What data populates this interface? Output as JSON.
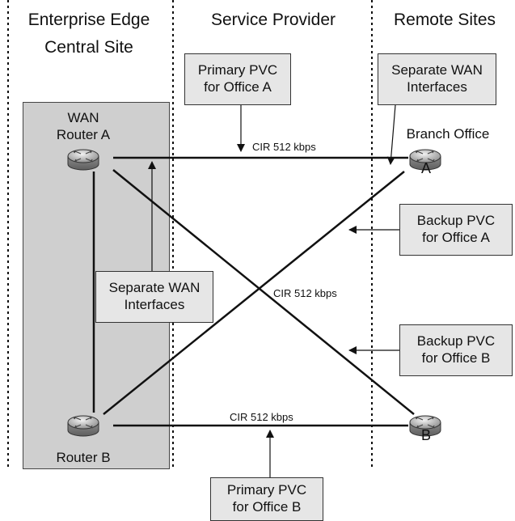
{
  "zones": {
    "enterprise": {
      "title_line1": "Enterprise Edge",
      "title_line2": "Central Site"
    },
    "provider": {
      "title": "Service Provider"
    },
    "remote": {
      "title": "Remote Sites"
    }
  },
  "central_site": {
    "router_a": {
      "label_line1": "WAN",
      "label_line2": "Router A",
      "icon": "router-icon"
    },
    "router_b": {
      "label": "Router B",
      "icon": "router-icon"
    },
    "separate_wan": {
      "line1": "Separate WAN",
      "line2": "Interfaces"
    }
  },
  "remote_sites": {
    "branch_office_label": "Branch Office",
    "office_a": {
      "letter": "A",
      "icon": "router-icon"
    },
    "office_b": {
      "letter": "B",
      "icon": "router-icon"
    },
    "separate_wan": {
      "line1": "Separate WAN",
      "line2": "Interfaces"
    }
  },
  "callouts": {
    "primary_a": {
      "line1": "Primary PVC",
      "line2": "for Office A"
    },
    "primary_b": {
      "line1": "Primary PVC",
      "line2": "for Office B"
    },
    "backup_a": {
      "line1": "Backup PVC",
      "line2": "for Office A"
    },
    "backup_b": {
      "line1": "Backup PVC",
      "line2": "for Office B"
    }
  },
  "links": {
    "top_cir": "CIR 512 kbps",
    "middle_cir": "CIR 512 kbps",
    "bottom_cir": "CIR 512 kbps"
  },
  "colors": {
    "central_site_fill": "#cfcfcf",
    "callout_fill": "#e6e6e6",
    "line": "#111111"
  }
}
